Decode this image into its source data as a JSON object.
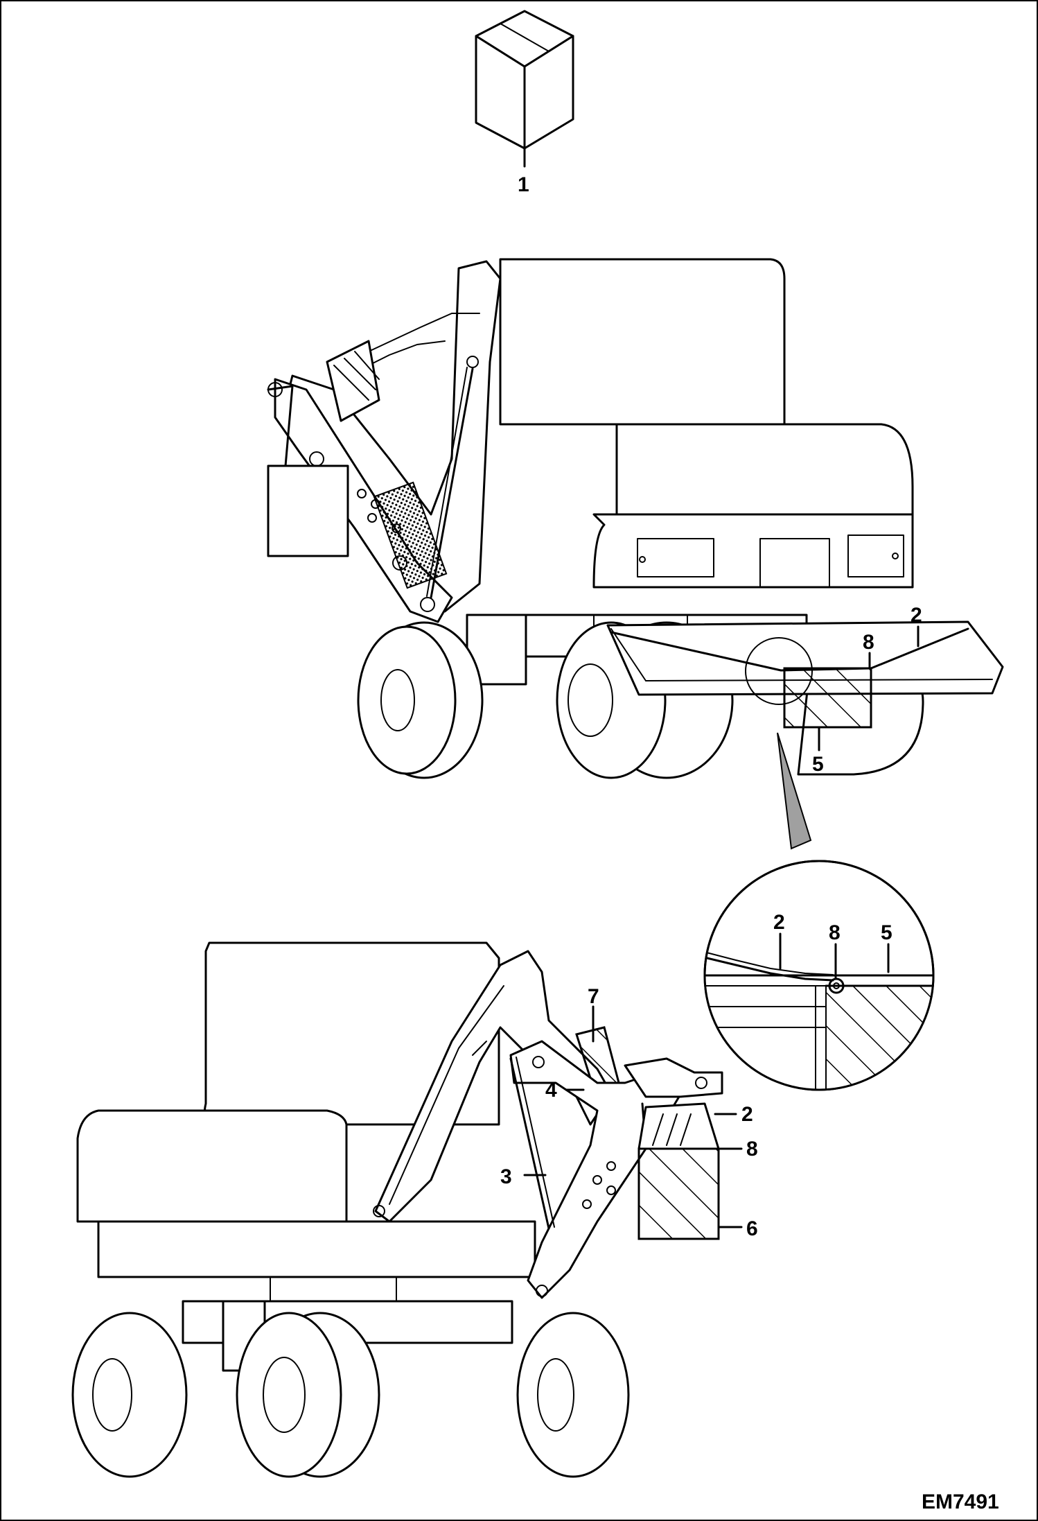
{
  "kit_box": {
    "callout": "1"
  },
  "rear_view": {
    "callouts": {
      "strap": "2",
      "shield_upper": "8",
      "shield_lower": "5"
    }
  },
  "detail_view": {
    "callouts": {
      "strap": "2",
      "edge": "8",
      "shield": "5"
    }
  },
  "front_view": {
    "callouts": {
      "strap": "2",
      "shield_edge": "8",
      "shield": "6",
      "boom_strap": "3",
      "boom_cover": "4",
      "arm_bracket": "7"
    }
  },
  "drawing_id": "EM7491",
  "colors": {
    "line": "#000000",
    "background": "#ffffff",
    "pointer": "#a0a0a0"
  }
}
